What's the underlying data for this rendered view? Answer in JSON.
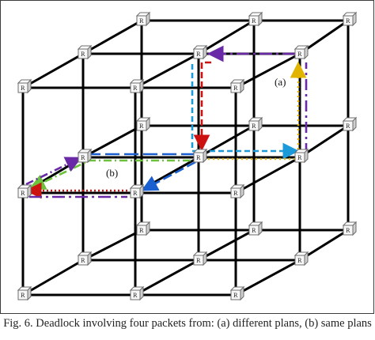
{
  "router_label": "R",
  "labels": {
    "a": "(a)",
    "b": "(b)"
  },
  "caption": "Fig. 6.    Deadlock involving four packets from: (a) different plans, (b) same plans",
  "path_colors": {
    "purple": "#6a2aa8",
    "red": "#cc1111",
    "cyan": "#1a9ad8",
    "yellow": "#e0b400",
    "blue": "#1a5fd0",
    "green": "#6cc23a"
  }
}
